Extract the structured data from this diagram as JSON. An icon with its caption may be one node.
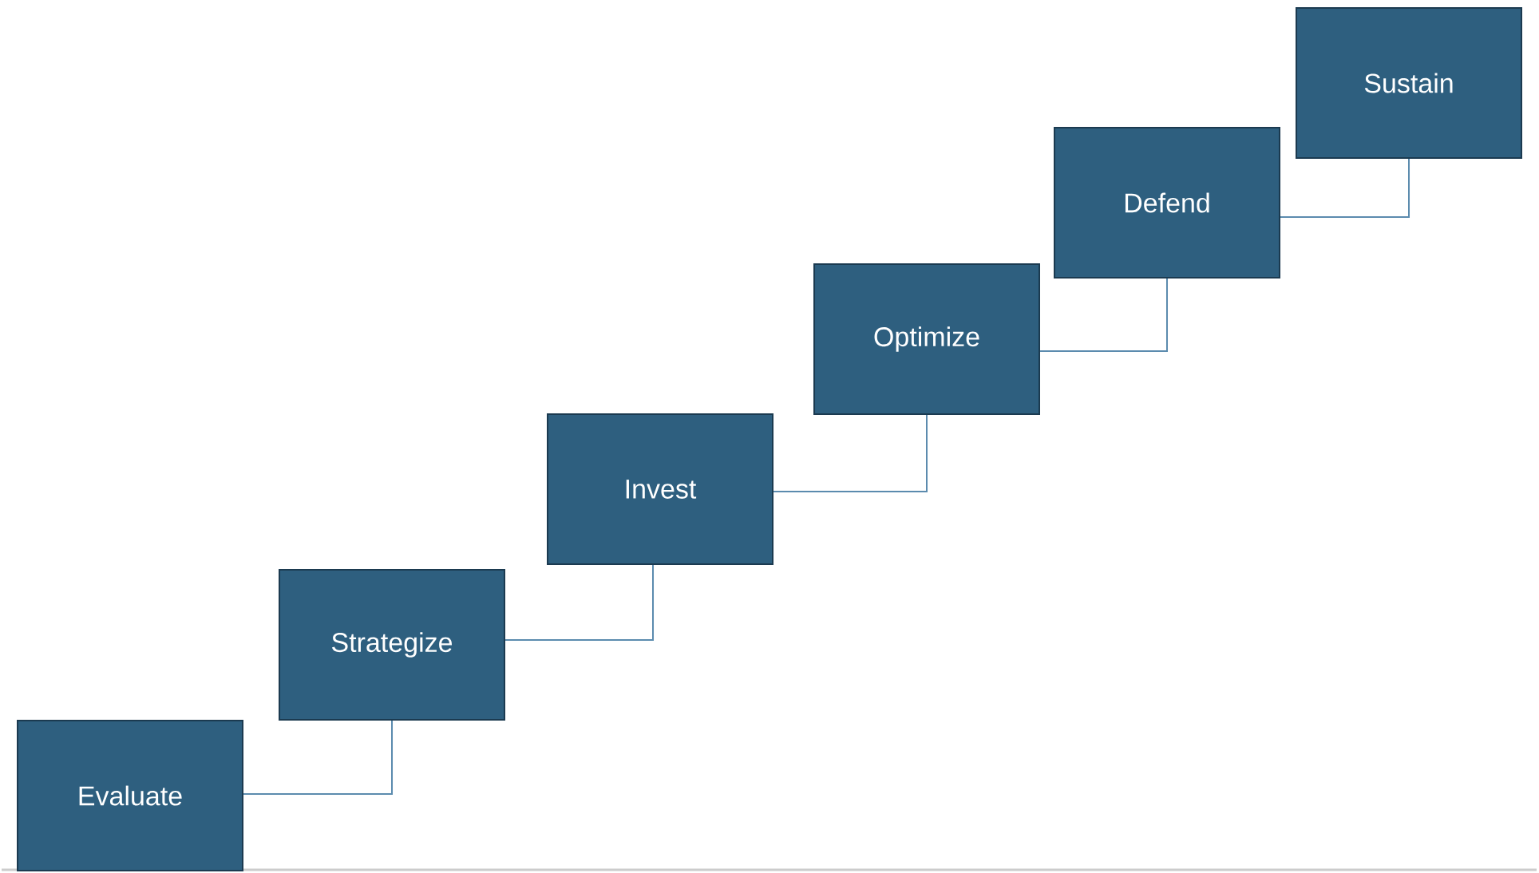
{
  "diagram": {
    "nodes": [
      {
        "text": [
          "Evaluate"
        ]
      },
      {
        "text": [
          "Strategize"
        ]
      },
      {
        "text": [
          "Invest"
        ]
      },
      {
        "text": [
          "Optimize"
        ]
      },
      {
        "text": [
          "Defend"
        ]
      },
      {
        "text": [
          "Sustain"
        ]
      }
    ],
    "edges": [
      {
        "from": 0,
        "to": 1,
        "arrow": "none"
      },
      {
        "from": 1,
        "to": 2,
        "arrow": "none"
      },
      {
        "from": 2,
        "to": 3,
        "arrow": "none"
      },
      {
        "from": 3,
        "to": 4,
        "arrow": "none"
      },
      {
        "from": 4,
        "to": 5,
        "arrow": "none"
      }
    ]
  }
}
